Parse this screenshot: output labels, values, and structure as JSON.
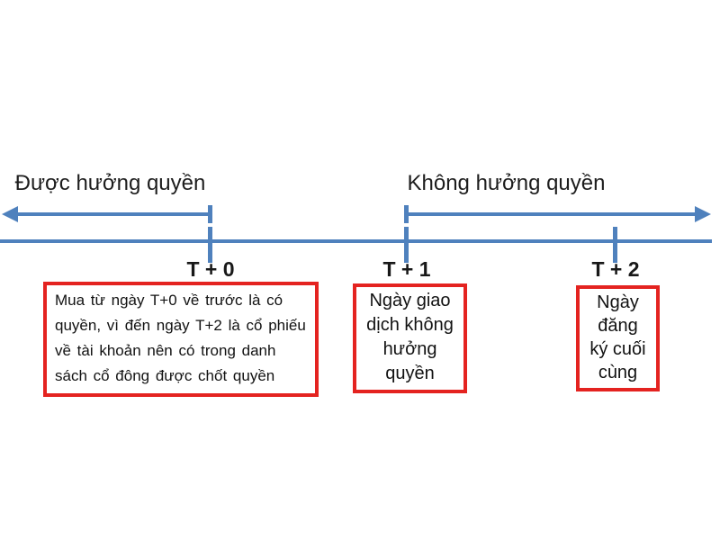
{
  "colors": {
    "line_blue": "#4f81bd",
    "box_red": "#e42320",
    "text_dark": "#1a1a1a"
  },
  "timeline": {
    "left_span_label": "Được hưởng quyền",
    "right_span_label": "Không hưởng quyền",
    "points": [
      {
        "label": "T + 0",
        "note": "Mua từ ngày T+0 về trước là có\nquyền, vì đến ngày T+2 là cổ phiếu\nvề tài khoản nên có trong danh\nsách cổ đông được chốt quyền"
      },
      {
        "label": "T + 1",
        "note": "Ngày giao\ndịch không\nhưởng\nquyền"
      },
      {
        "label": "T + 2",
        "note": "Ngày\nđăng\nký cuối\ncùng"
      }
    ]
  }
}
